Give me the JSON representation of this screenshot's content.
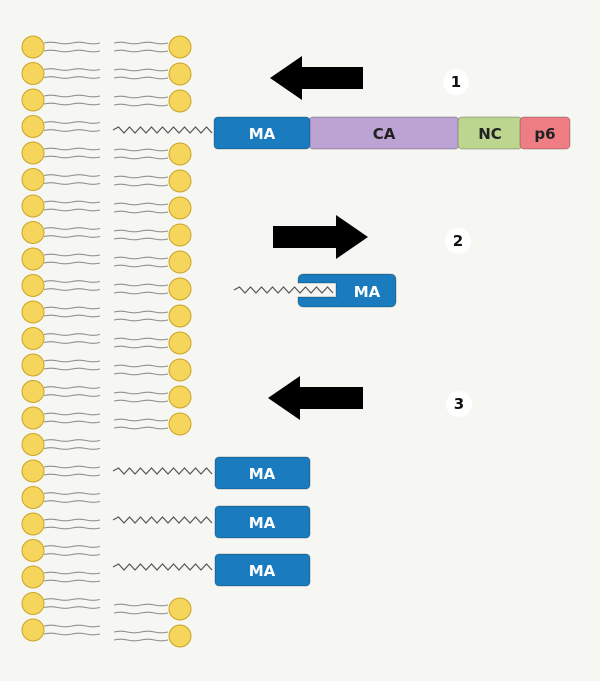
{
  "colors": {
    "background": "#f6f6f2",
    "lipid_head": "#f6d55c",
    "lipid_head_stroke": "#c9a424",
    "lipid_tail": "#8f8f8f",
    "myristoyl": "#555555",
    "arrow": "#000000",
    "step_marker": "#ffffff",
    "ma": "#1a7cbf",
    "ca": "#bda3d3",
    "nc": "#bcd58f",
    "p6": "#ee7e84",
    "label": "#ffffff",
    "label_dark": "#222222"
  },
  "steps": [
    {
      "id": "1",
      "label": "1",
      "arrow_direction": "left"
    },
    {
      "id": "2",
      "label": "2",
      "arrow_direction": "right"
    },
    {
      "id": "3",
      "label": "3",
      "arrow_direction": "left"
    }
  ],
  "gag": {
    "ma": "MA",
    "ca": "CA",
    "nc": "NC",
    "p6": "p6"
  },
  "sequestered_ma": "MA",
  "membrane_bound_ma": [
    "MA",
    "MA",
    "MA"
  ]
}
